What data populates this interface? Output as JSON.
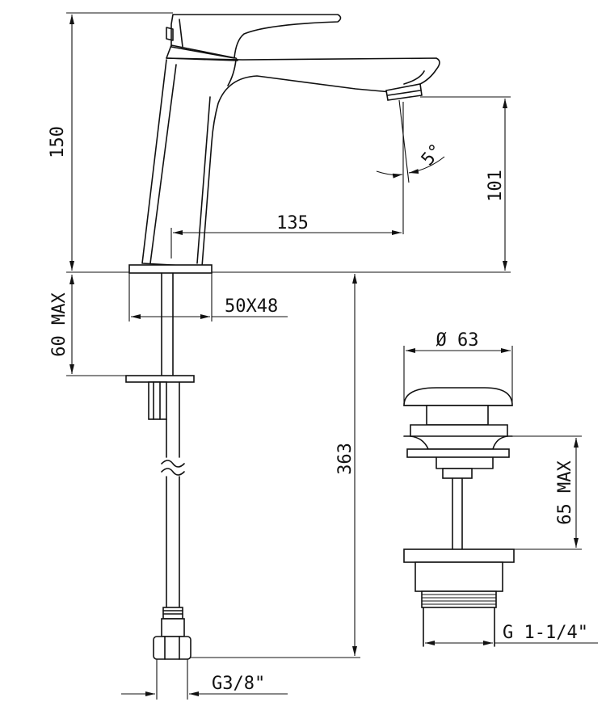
{
  "dimensions": {
    "overall_height": "150",
    "spout_height": "101",
    "spout_reach": "135",
    "spout_angle": "5°",
    "base_size": "50X48",
    "max_deck_thickness": "60 MAX",
    "hose_length": "363",
    "hose_thread": "G3/8\"",
    "waste_diameter": "Ø 63",
    "waste_max_thickness": "65 MAX",
    "waste_thread": "G 1-1/4\""
  }
}
